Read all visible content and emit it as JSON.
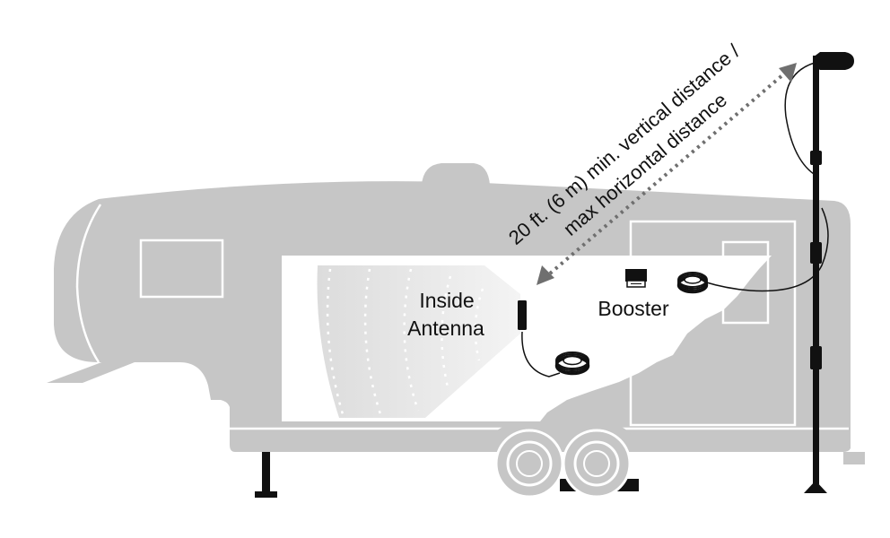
{
  "diagram": {
    "labels": {
      "inside_antenna_line1": "Inside",
      "inside_antenna_line2": "Antenna",
      "booster": "Booster",
      "distance_line1": "20 ft. (6 m) min. vertical distance /",
      "distance_line2": "max horizontal distance"
    },
    "icons": [
      "rv-fifth-wheel-icon",
      "outside-antenna-icon",
      "inside-antenna-icon",
      "booster-icon",
      "cable-coil-icon",
      "mast-pole-icon"
    ],
    "colors": {
      "rv_body": "#c6c6c6",
      "rv_outline": "#ffffff",
      "cutaway_interior": "#ffffff",
      "signal_fill": "#e3e3e3",
      "arrow": "#6f6f6f",
      "equipment": "#111111",
      "text": "#111111"
    }
  }
}
